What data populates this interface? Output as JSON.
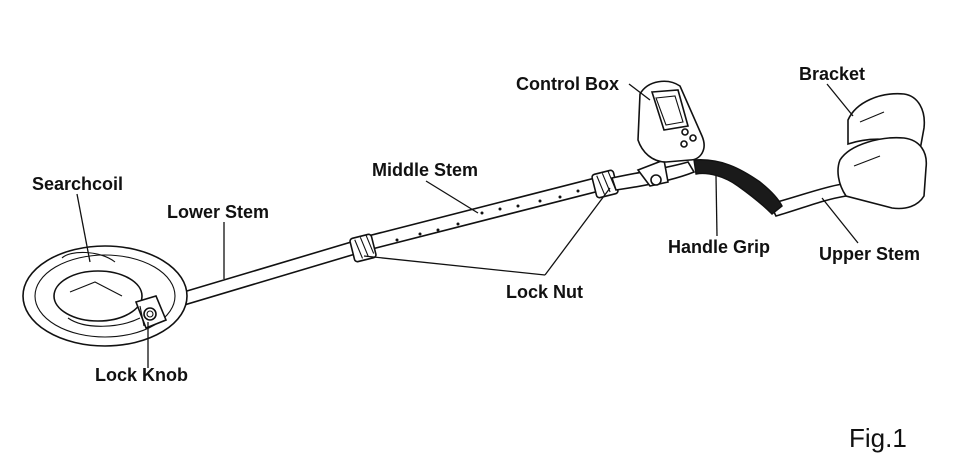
{
  "labels": {
    "searchcoil": "Searchcoil",
    "lower_stem": "Lower Stem",
    "middle_stem": "Middle Stem",
    "control_box": "Control Box",
    "bracket": "Bracket",
    "handle_grip": "Handle Grip",
    "upper_stem": "Upper Stem",
    "lock_nut": "Lock Nut",
    "lock_knob": "Lock Knob"
  },
  "figure_label": "Fig.1",
  "colors": {
    "line": "#111111",
    "grip": "#1a1a1a",
    "background": "#ffffff"
  }
}
